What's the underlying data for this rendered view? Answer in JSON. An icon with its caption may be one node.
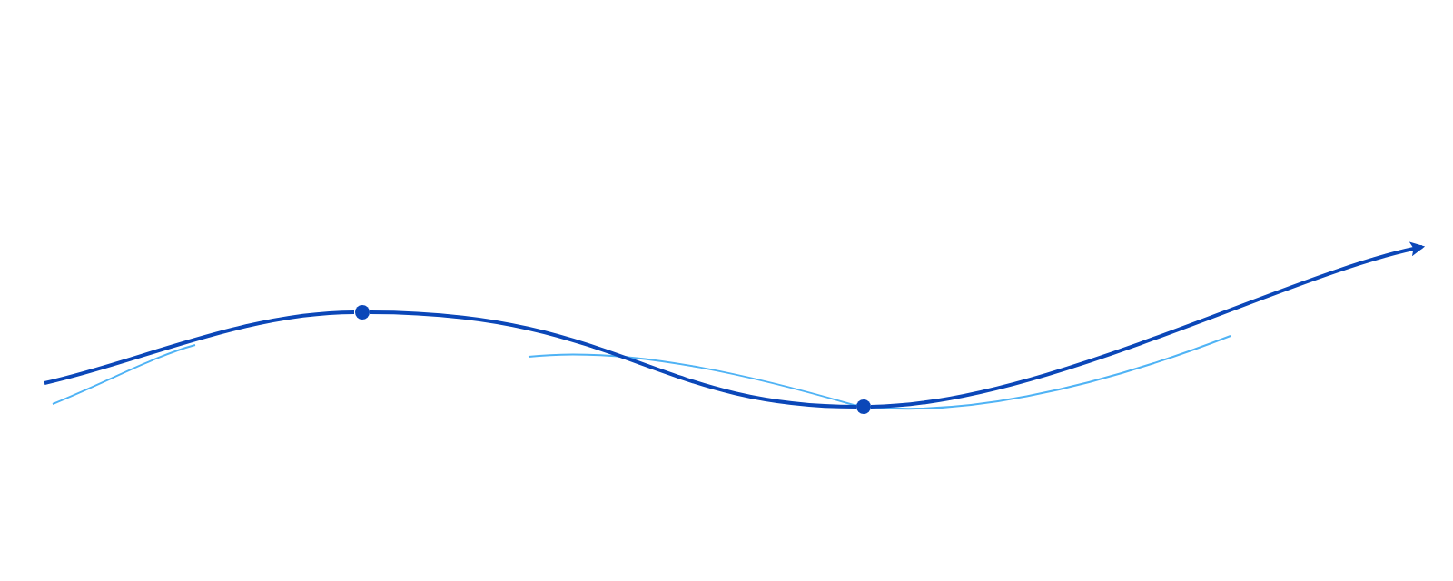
{
  "diagram": {
    "nodes": [
      {
        "text": [],
        "shape": "circle"
      },
      {
        "text": [],
        "shape": "circle"
      }
    ],
    "edges": [
      {
        "from": 0,
        "to": 1,
        "arrow": "none"
      },
      {
        "from": 1,
        "to": null,
        "arrow": "to"
      }
    ]
  }
}
